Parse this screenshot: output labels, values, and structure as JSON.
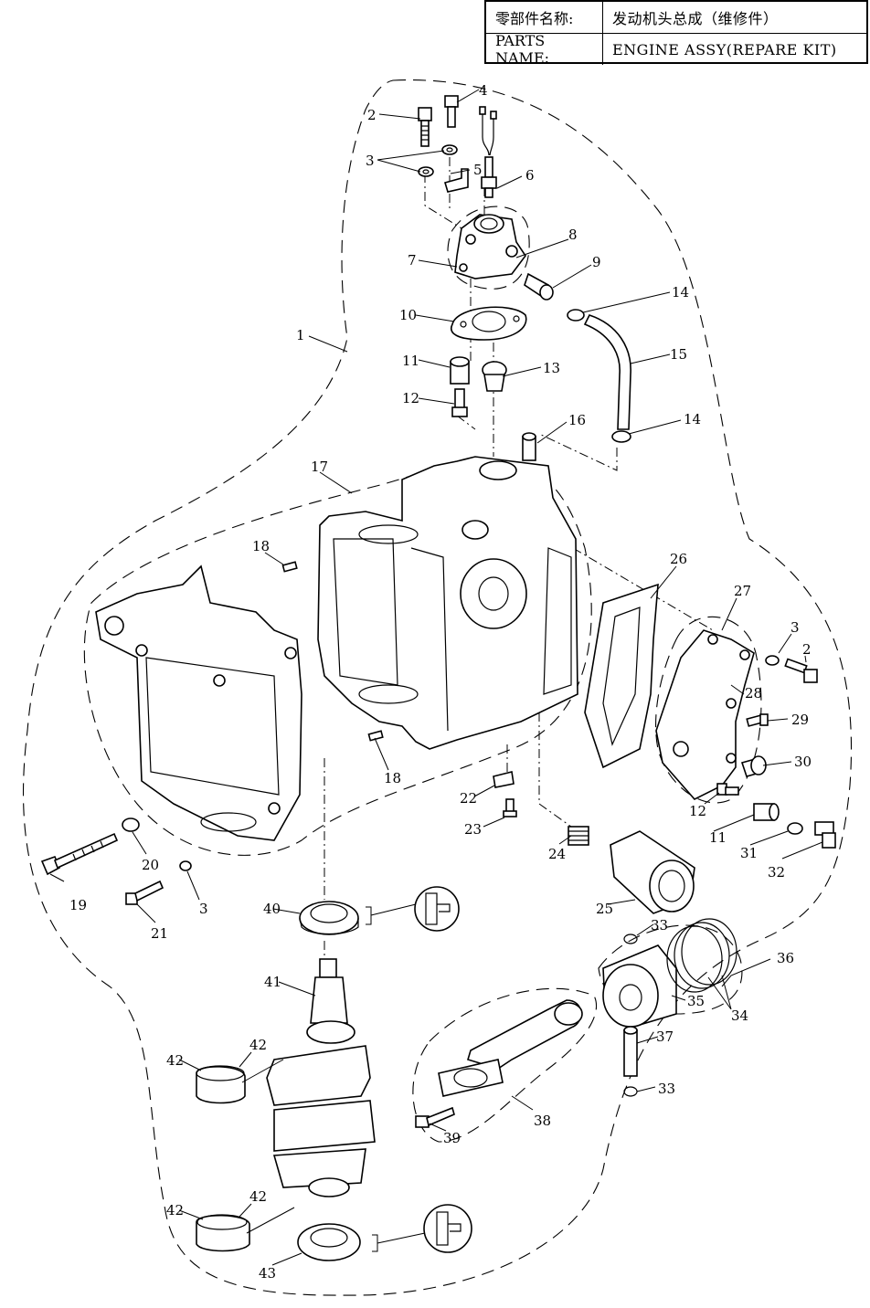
{
  "title_block": {
    "cn_label": "零部件名称:",
    "cn_value": "发动机头总成（维修件）",
    "en_label": "PARTS NAME:",
    "en_value": "ENGINE ASSY(REPARE KIT)"
  },
  "callouts": [
    "1",
    "2",
    "3",
    "4",
    "5",
    "6",
    "7",
    "8",
    "9",
    "10",
    "11",
    "12",
    "13",
    "14",
    "15",
    "16",
    "17",
    "18",
    "19",
    "20",
    "21",
    "22",
    "23",
    "24",
    "25",
    "26",
    "27",
    "28",
    "29",
    "30",
    "31",
    "32",
    "33",
    "34",
    "35",
    "36",
    "37",
    "38",
    "39",
    "40",
    "41",
    "42",
    "43"
  ]
}
